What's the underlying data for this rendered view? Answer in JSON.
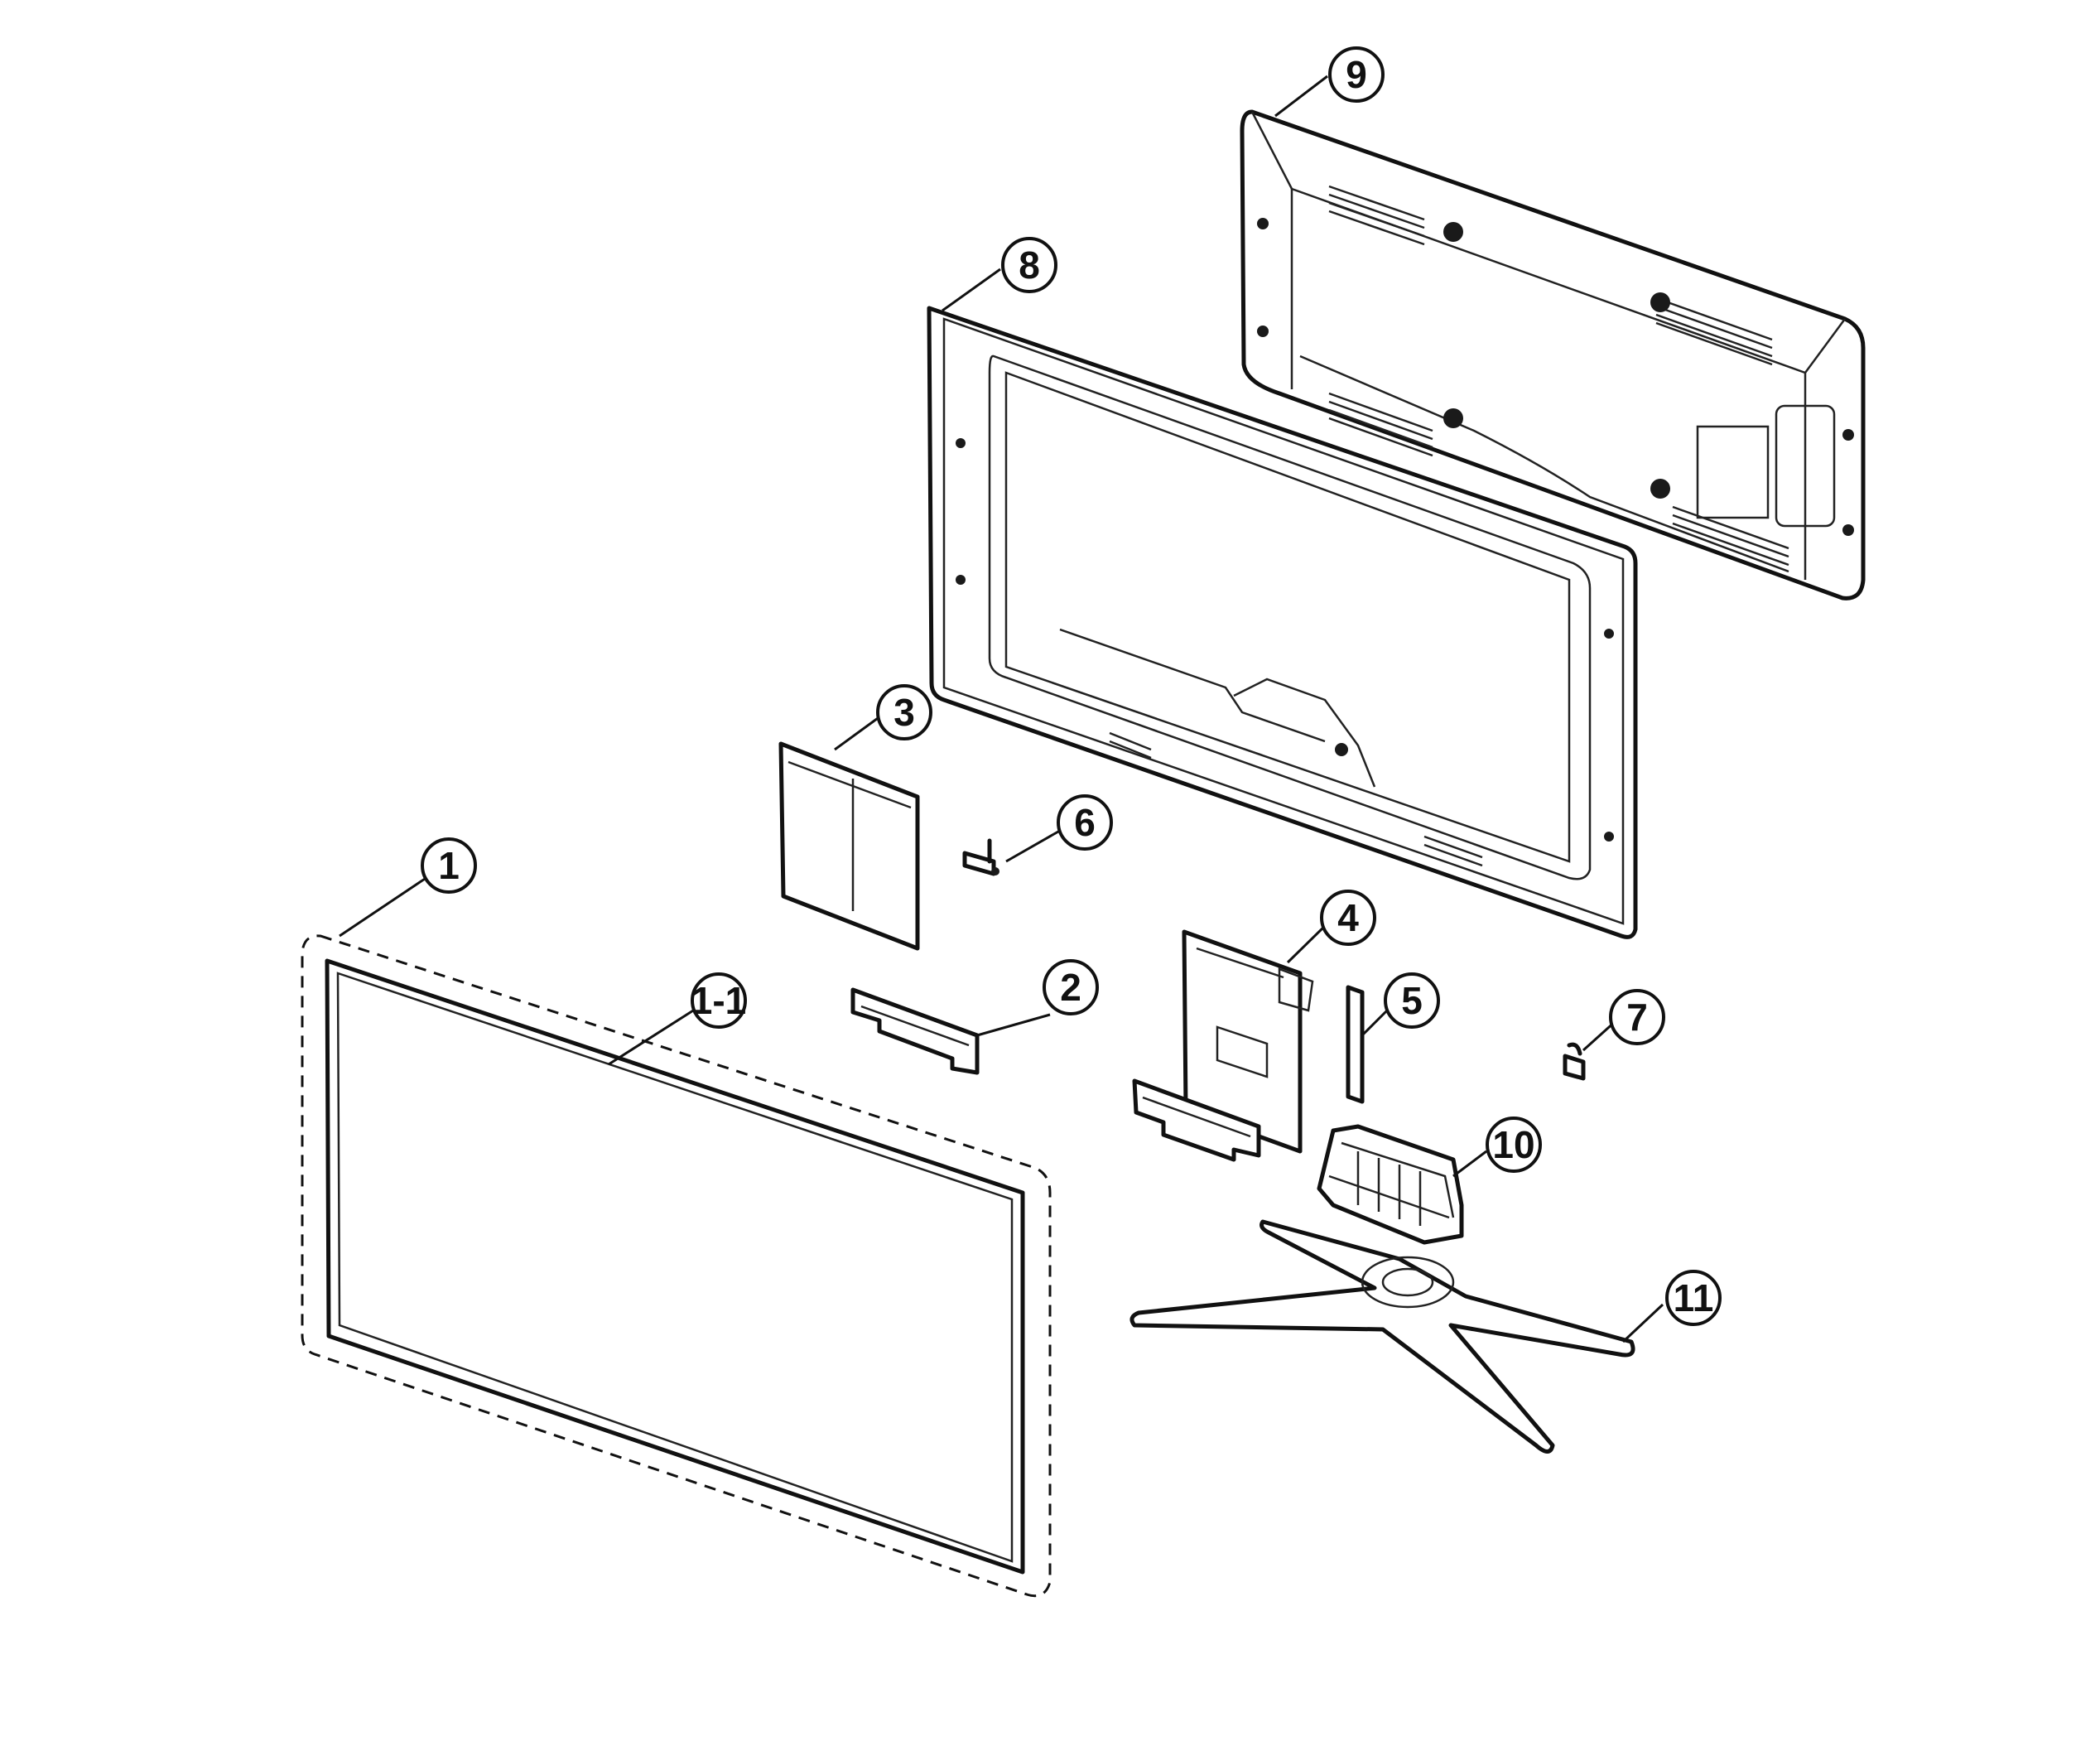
{
  "callouts": {
    "c1": "1",
    "c1_1": "1-1",
    "c2": "2",
    "c3": "3",
    "c4": "4",
    "c5": "5",
    "c6": "6",
    "c7": "7",
    "c8": "8",
    "c9": "9",
    "c10": "10",
    "c11": "11"
  },
  "colors": {
    "line": "#111111",
    "background": "#ffffff"
  }
}
